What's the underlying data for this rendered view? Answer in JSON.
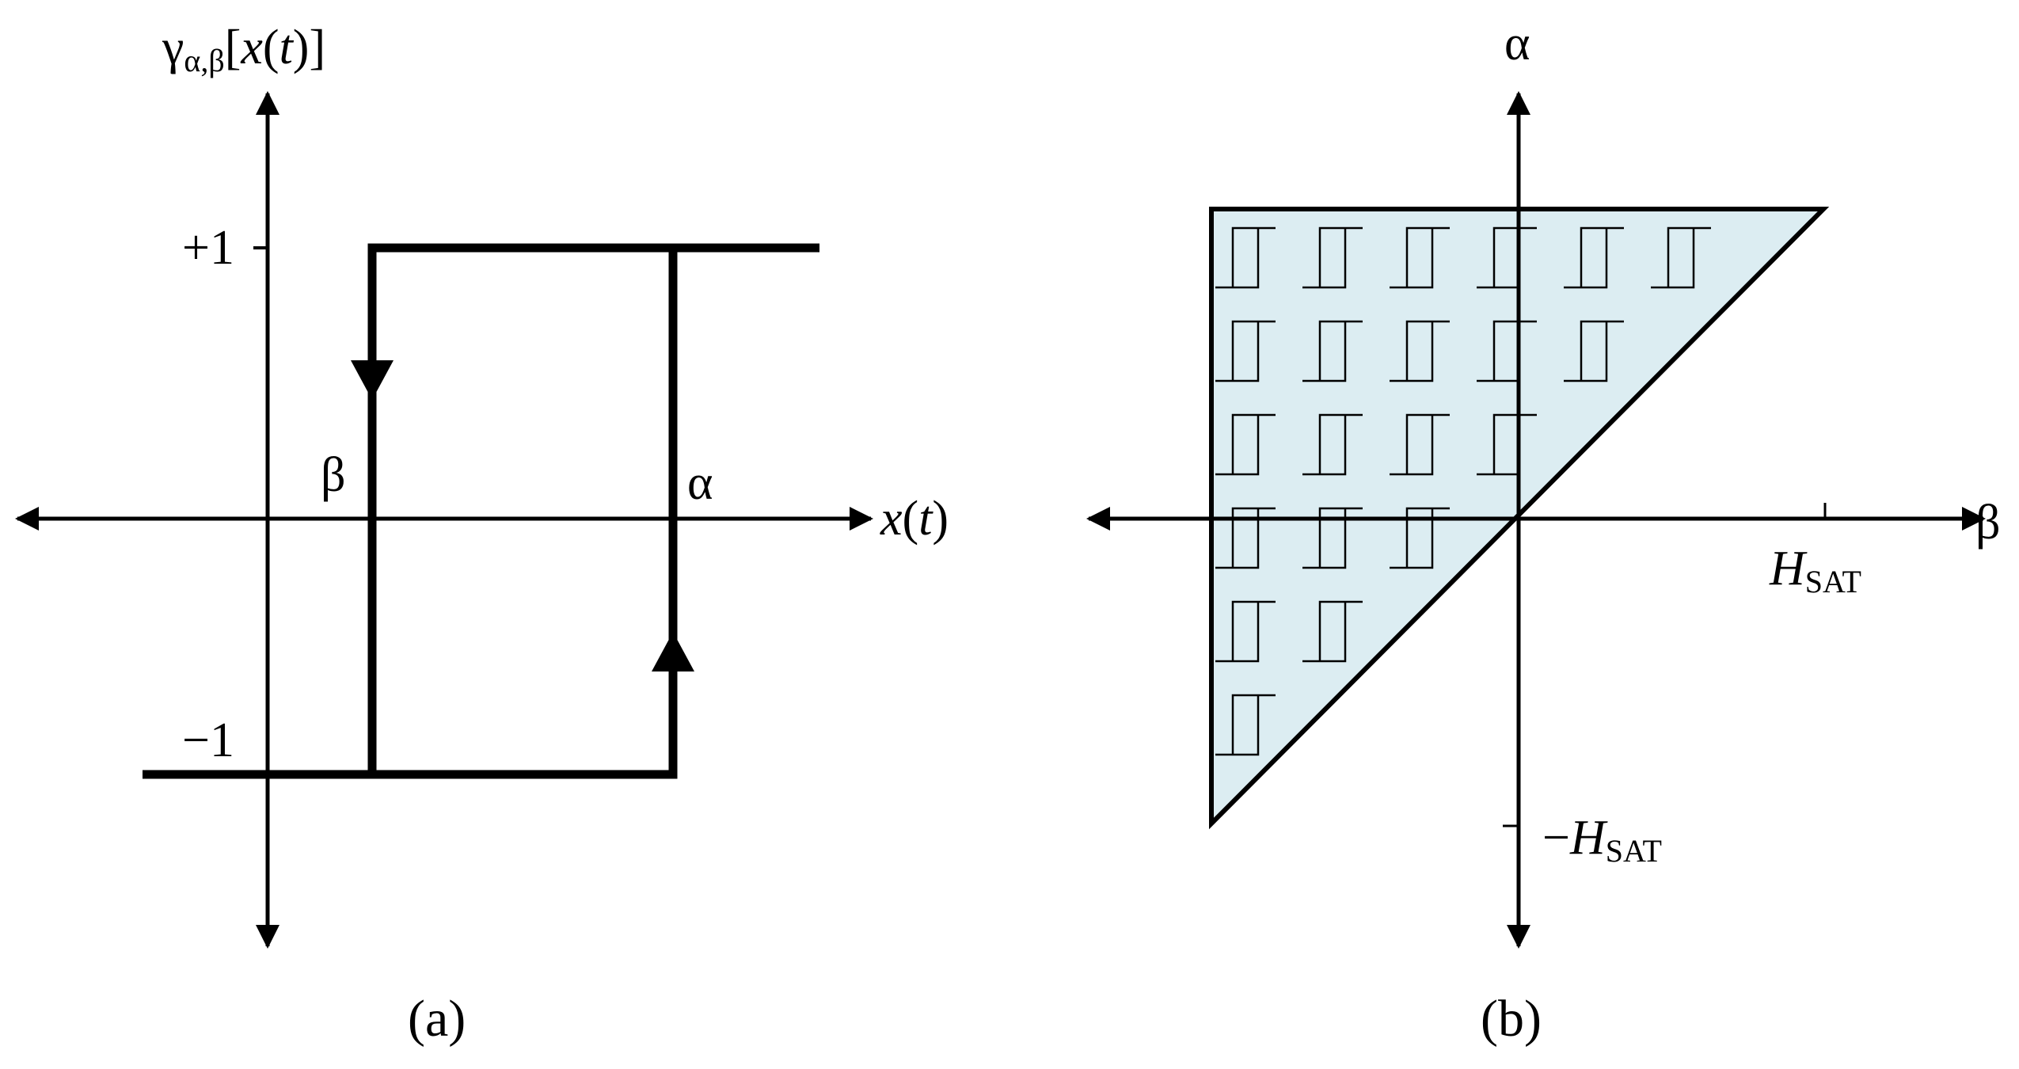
{
  "panel_a": {
    "y_axis_label": {
      "gamma": "γ",
      "subscript": "α,β",
      "bracket_open": "[",
      "x": "x",
      "paren_open": "(",
      "t": "t",
      "paren_close": ")",
      "bracket_close": "]"
    },
    "x_axis_label": {
      "x": "x",
      "paren_open": "(",
      "t": "t",
      "paren_close": ")"
    },
    "tick_plus_one": "+1",
    "tick_minus_one": "−1",
    "beta_label": "β",
    "alpha_label": "α",
    "caption": "(a)"
  },
  "panel_b": {
    "alpha_axis_label": "α",
    "beta_axis_label": "β",
    "h_sat": {
      "prefix": "",
      "main": "H",
      "subscript": "SAT"
    },
    "neg_h_sat": {
      "prefix": "−",
      "main": "H",
      "subscript": "SAT"
    },
    "fill_color": "#dcedf2",
    "relay_rows": [
      6,
      5,
      4,
      3,
      2,
      1
    ],
    "caption": "(b)"
  }
}
